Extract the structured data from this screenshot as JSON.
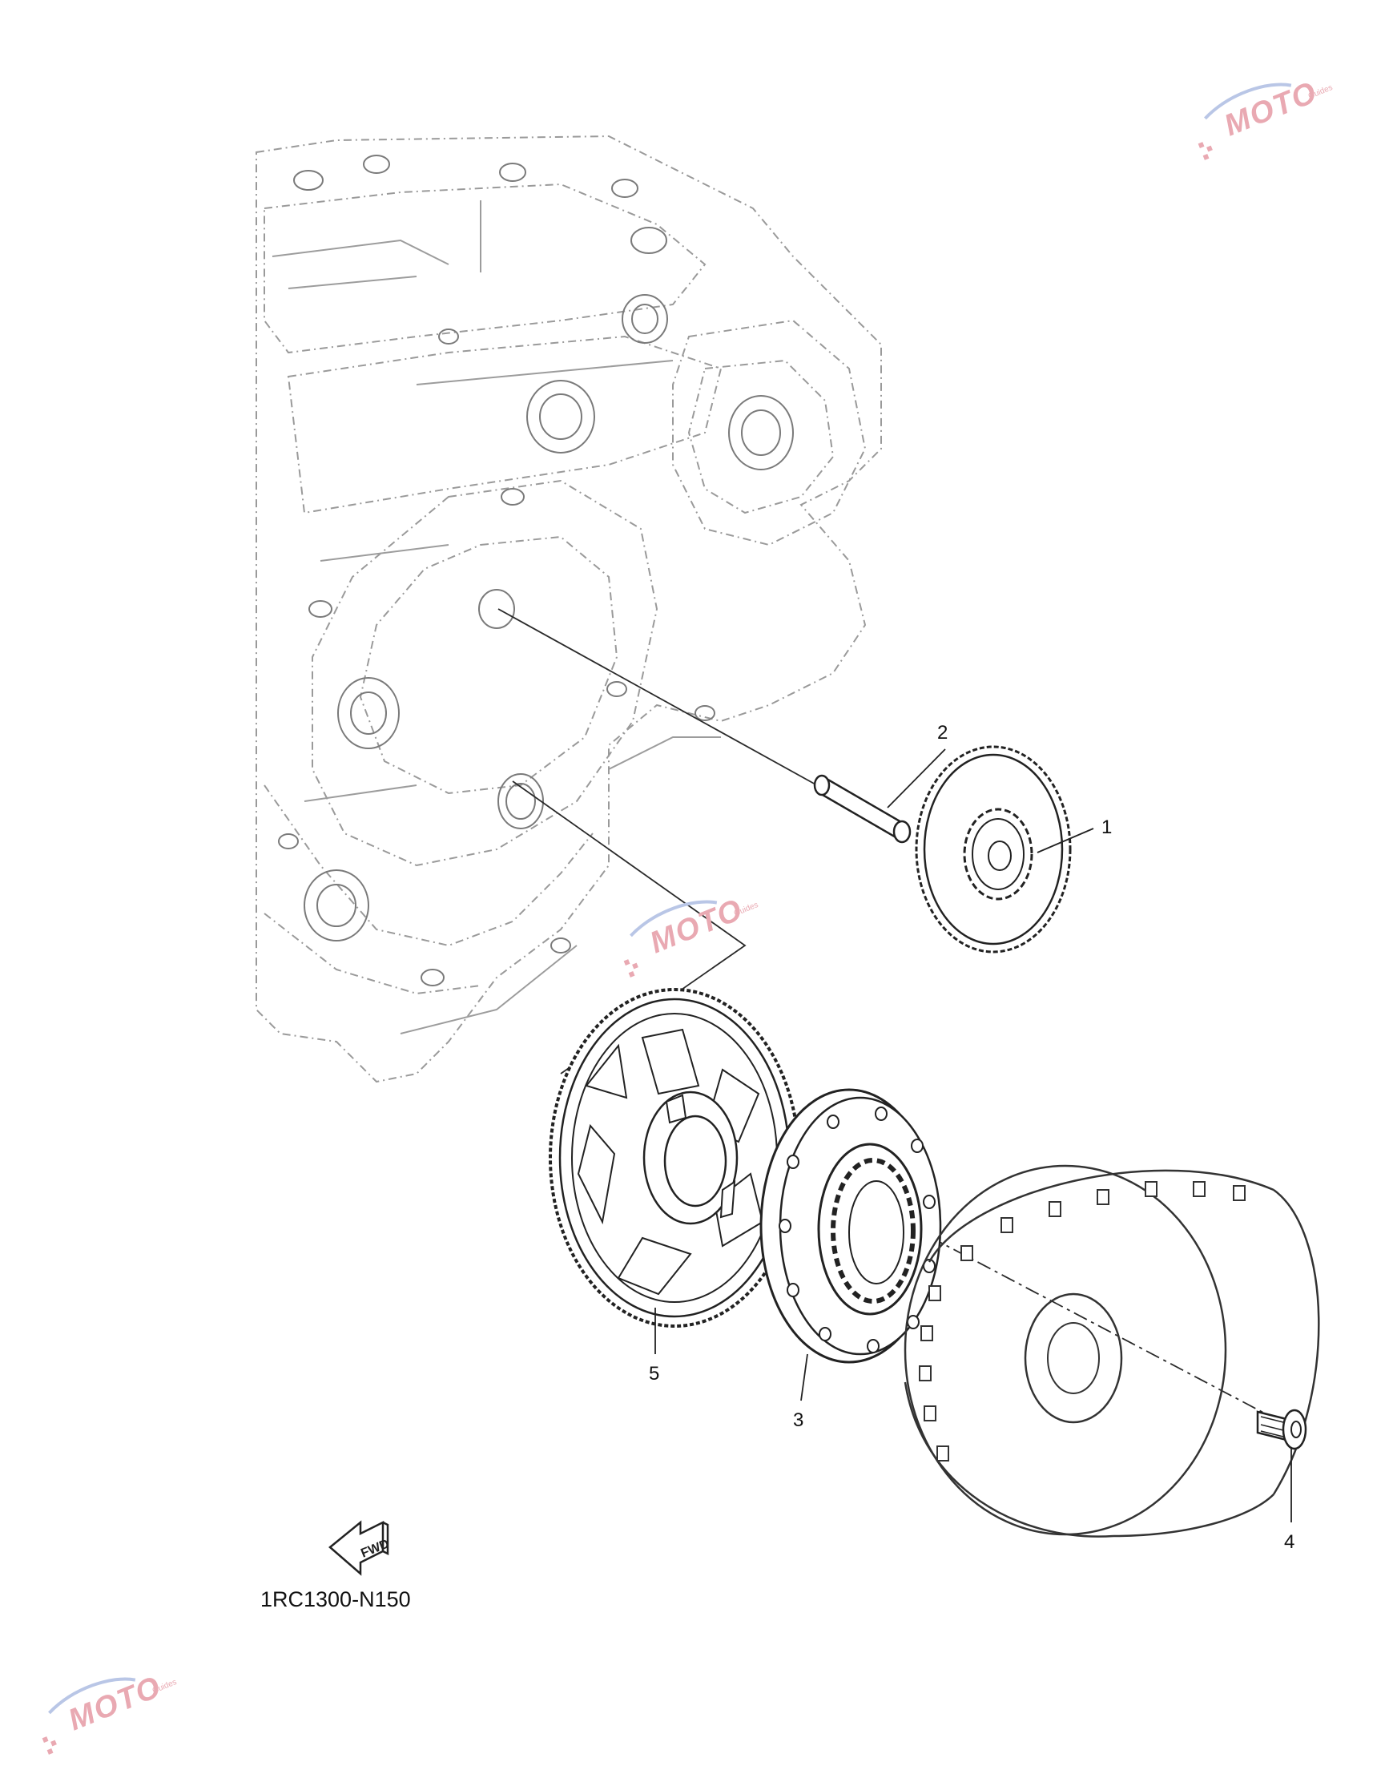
{
  "diagram": {
    "code": "1RC1300-N150",
    "fwd_label": "FWD",
    "callouts": [
      {
        "id": "1",
        "label": "1"
      },
      {
        "id": "2",
        "label": "2"
      },
      {
        "id": "3",
        "label": "3"
      },
      {
        "id": "4",
        "label": "4"
      },
      {
        "id": "5",
        "label": "5"
      }
    ],
    "watermark": {
      "text": "MOTO",
      "sub": "Guides"
    }
  },
  "colors": {
    "line": "#2a2a2a",
    "light_line": "#888888",
    "watermark": "#e9a9b2",
    "watermark_blue": "#b9c6e6"
  }
}
